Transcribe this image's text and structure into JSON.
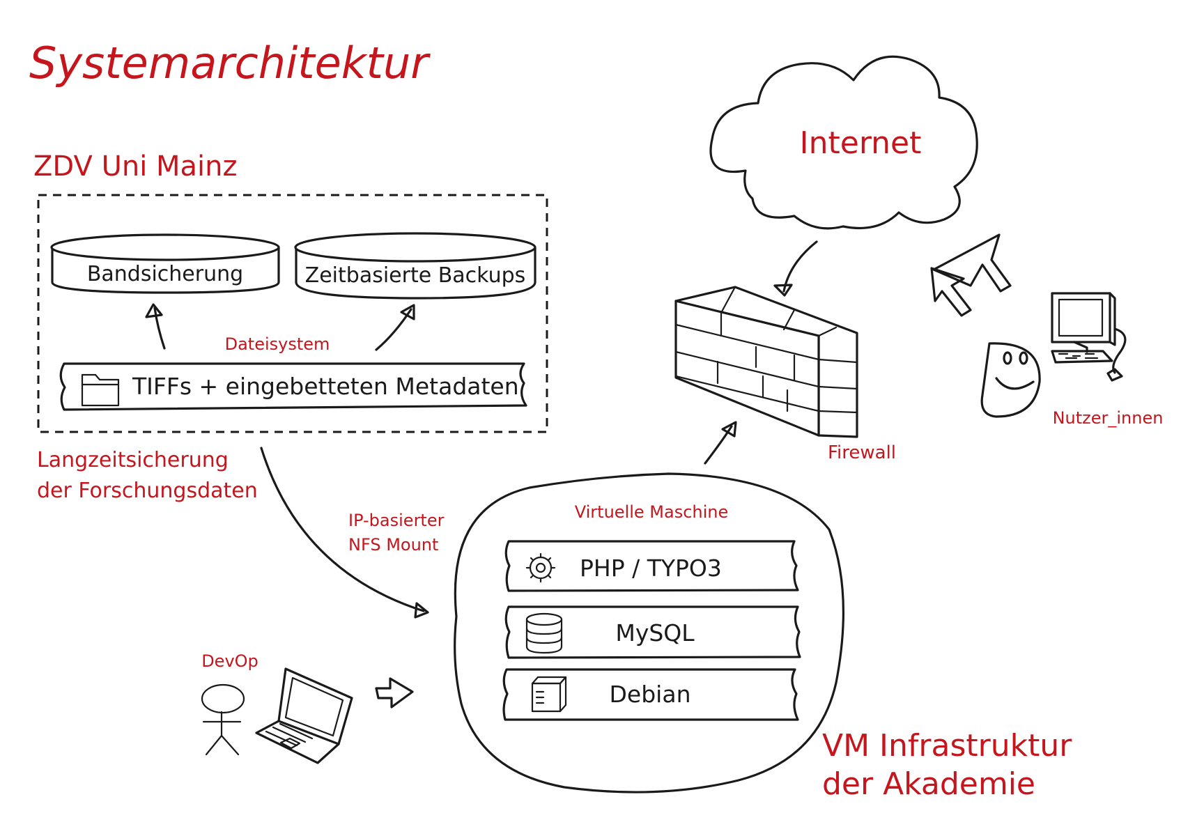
{
  "title": "Systemarchitektur",
  "colors": {
    "accent": "#c4161c",
    "ink": "#1a1a1a",
    "background": "#ffffff"
  },
  "zdv": {
    "heading": "ZDV Uni Mainz",
    "storage_left": "Bandsicherung",
    "storage_right": "Zeitbasierte Backups",
    "filesystem_label": "Dateisystem",
    "filesystem_banner": "TIFFs + eingebetteten Metadaten",
    "caption_line1": "Langzeitsicherung",
    "caption_line2": "der Forschungsdaten"
  },
  "mount": {
    "label_line1": "IP-basierter",
    "label_line2": "NFS Mount"
  },
  "vm": {
    "label": "Virtuelle Maschine",
    "layers": [
      "PHP / TYPO3",
      "MySQL",
      "Debian"
    ],
    "caption_line1": "VM Infrastruktur",
    "caption_line2": "der Akademie"
  },
  "internet": {
    "label": "Internet"
  },
  "firewall": {
    "label": "Firewall"
  },
  "users": {
    "label": "Nutzer_innen"
  },
  "devop": {
    "label": "DevOp"
  },
  "icons": [
    "folder-icon",
    "gear-icon",
    "database-icon",
    "server-box-icon",
    "cloud-icon",
    "brick-wall-icon",
    "stick-figure-icon",
    "laptop-icon",
    "smiley-icon",
    "desktop-computer-icon",
    "cursor-arrow-icon"
  ]
}
